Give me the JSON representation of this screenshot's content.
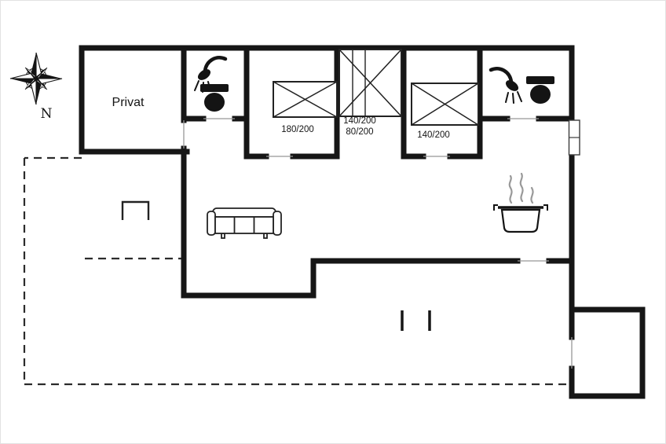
{
  "compass": {
    "label": "N"
  },
  "rooms": {
    "privat": {
      "label": "Privat"
    }
  },
  "beds": {
    "double_bed": {
      "label": "180/200"
    },
    "bunk_top": {
      "label": "140/200"
    },
    "bunk_bottom": {
      "label": "80/200"
    },
    "queen_bed": {
      "label": "140/200"
    }
  },
  "icons": {
    "compass": "compass-rose",
    "shower_left": "shower-icon",
    "toilet_left": "toilet-icon",
    "shower_right": "shower-icon",
    "toilet_right": "toilet-icon",
    "sofa": "sofa-icon",
    "table": "table-outline-icon",
    "pot": "cooking-pot-steam-icon",
    "beds": "bed-crossed-symbol"
  },
  "colors": {
    "wall": "#161616",
    "line": "#222222",
    "dashed_terrace": "#2b2b2b",
    "door_opening": "#979797",
    "steam": "#999999",
    "background": "#ffffff"
  }
}
